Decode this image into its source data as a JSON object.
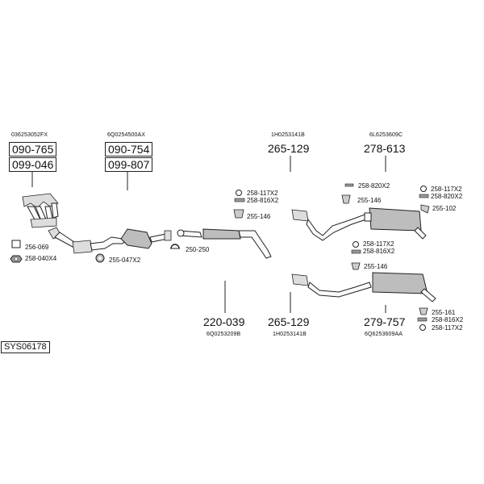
{
  "system_code": "SYS06178",
  "oem_numbers": {
    "manifold": "036253052FX",
    "catalyst": "6Q0254500AX",
    "front_pipe_top": "1H0253141B",
    "rear_top": "6L6253609C",
    "middle": "6Q0253209B",
    "front_pipe_bottom": "1H0253141B",
    "rear_bottom": "6Q6253609AA"
  },
  "part_numbers": {
    "manifold_1": "090-765",
    "manifold_2": "099-046",
    "catalyst_1": "090-754",
    "catalyst_2": "099-807",
    "front_pipe_top": "265-129",
    "rear_top": "278-613",
    "middle": "220-039",
    "front_pipe_bottom": "265-129",
    "rear_bottom": "279-757"
  },
  "accessories": {
    "a_256_069": "256-069",
    "a_258_040x4": "258-040X4",
    "a_255_047x2": "255-047X2",
    "a_250_250": "250-250",
    "a_258_117x2_left": "258-117X2",
    "a_258_816x2_left": "258-816X2",
    "a_255_146_left": "255-146",
    "a_258_820x2_top": "258-820X2",
    "a_255_146_top": "255-146",
    "a_258_117x2_right_top": "258-117X2",
    "a_258_820x2_right_top": "258-820X2",
    "a_255_102": "255-102",
    "a_258_117x2_mid": "258-117X2",
    "a_258_816x2_mid": "258-816X2",
    "a_255_146_mid": "255-146",
    "a_255_161": "255-161",
    "a_258_816x2_right_bottom": "258-816X2",
    "a_258_117x2_right_bottom": "258-117X2"
  },
  "colors": {
    "line": "#222222",
    "muffler_fill": "#bdbdbd",
    "background": "#ffffff"
  }
}
